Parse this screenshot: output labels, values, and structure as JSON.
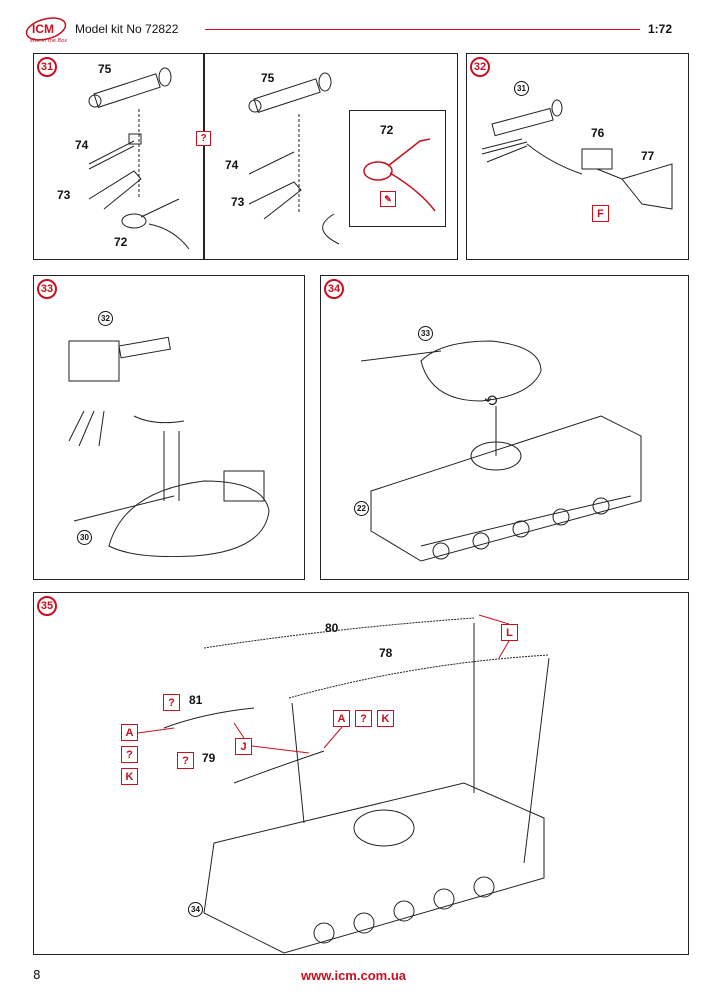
{
  "header": {
    "brand": "ICM",
    "brand_tagline": "Wor in the Box",
    "title": "Model kit No 72822",
    "scale": "1:72",
    "accent_color": "#c8101e"
  },
  "steps": [
    {
      "number": "31",
      "parts": [
        "75",
        "74",
        "73",
        "72"
      ],
      "variant_tag": "?",
      "variant_parts": [
        "75",
        "74",
        "73"
      ],
      "detail_part": "72",
      "detail_icon": "paint-brush-icon"
    },
    {
      "number": "32",
      "subassembly_ref": "31",
      "parts": [
        "76",
        "77"
      ],
      "tag": "F"
    },
    {
      "number": "33",
      "subassembly_refs": [
        "32",
        "30"
      ]
    },
    {
      "number": "34",
      "subassembly_refs": [
        "33",
        "22"
      ],
      "rotate_icon": "rotate-arrow-icon"
    },
    {
      "number": "35",
      "subassembly_ref": "34",
      "parts": [
        "80",
        "78",
        "81",
        "79"
      ],
      "tags": {
        "part81": "?",
        "part79": "?",
        "left_stack": [
          "A",
          "?",
          "K"
        ],
        "right_row": [
          "A",
          "?",
          "K"
        ],
        "center": "J",
        "cables": "L"
      }
    }
  ],
  "footer": {
    "page_number": "8",
    "url": "www.icm.com.ua"
  }
}
